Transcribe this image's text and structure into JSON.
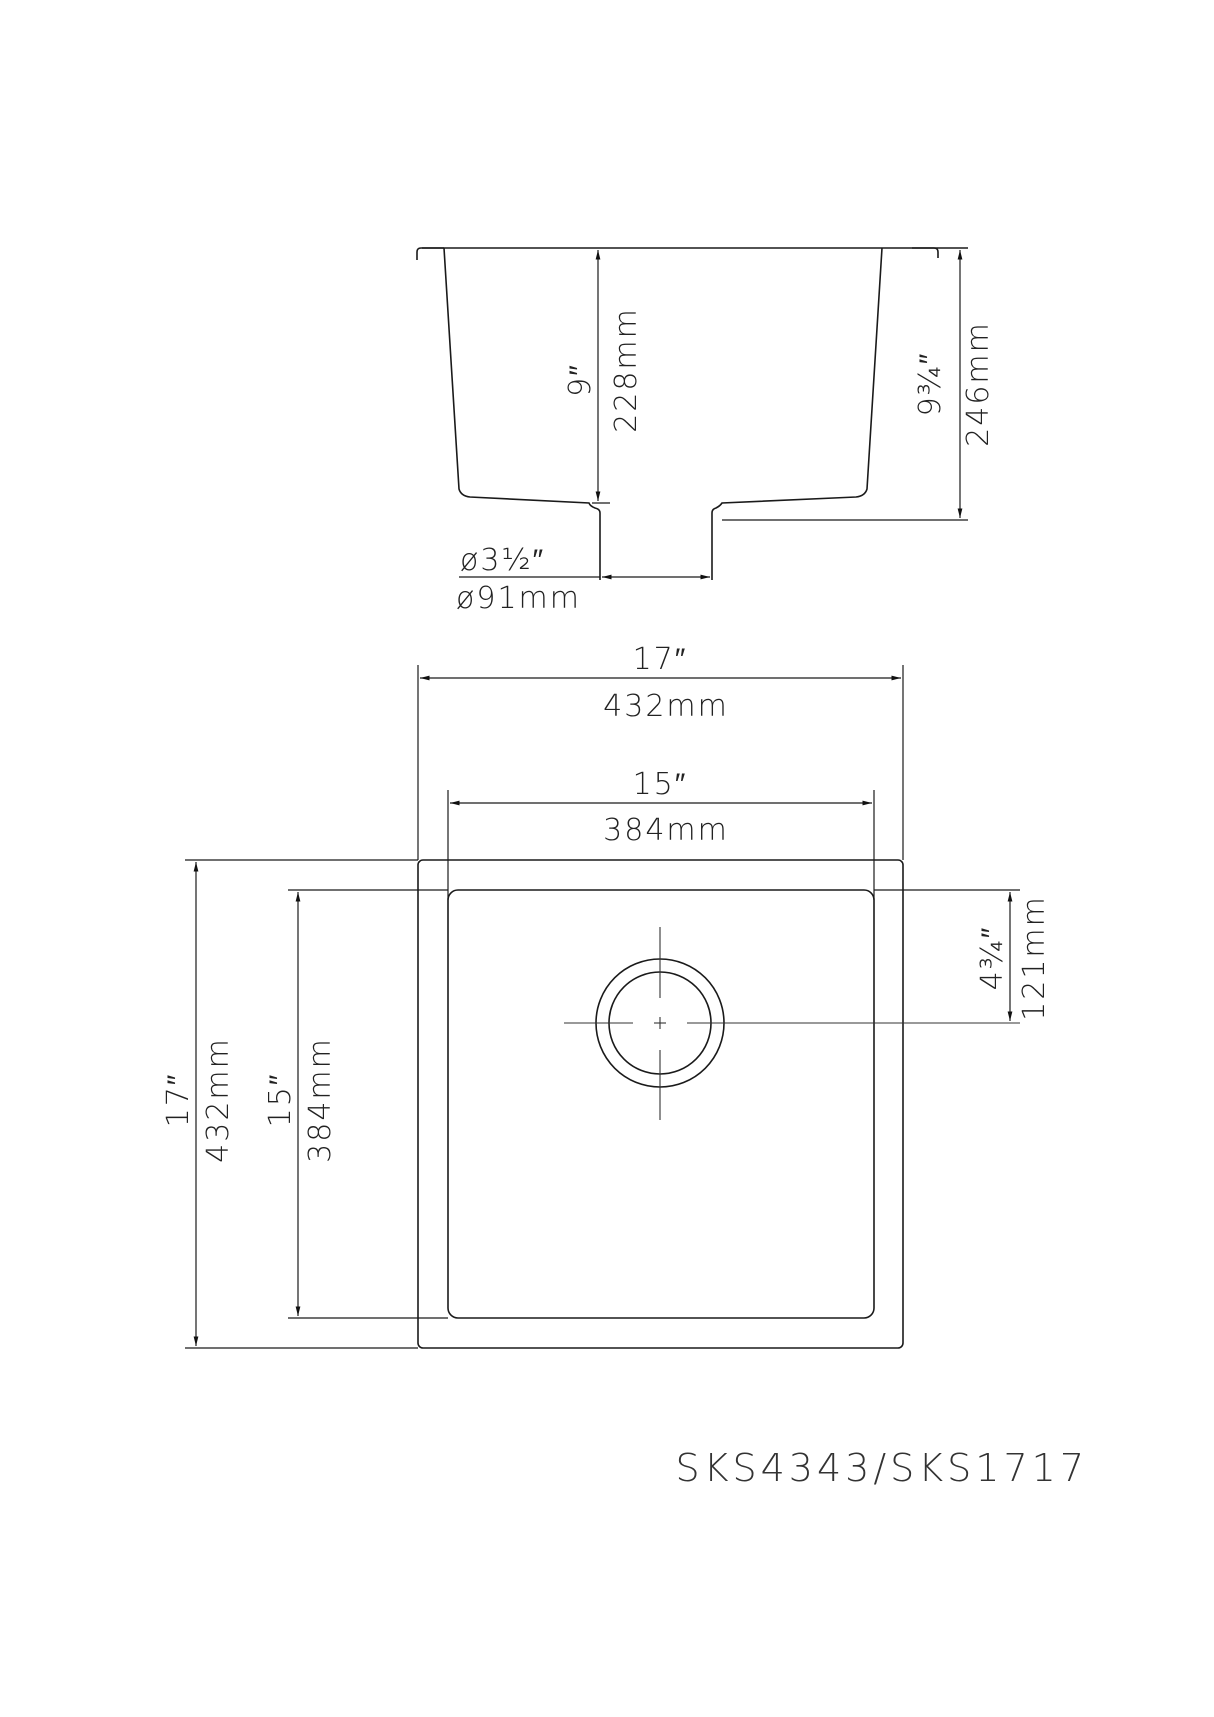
{
  "drawing": {
    "model_number": "SKS4343/SKS1717",
    "side_view": {
      "inner_depth": {
        "imperial": "9″",
        "metric": "228mm"
      },
      "overall_depth": {
        "imperial": "9¾″",
        "metric": "246mm"
      },
      "drain_diameter": {
        "imperial": "ø3½″",
        "metric": "ø91mm"
      }
    },
    "top_view": {
      "overall_width": {
        "imperial": "17″",
        "metric": "432mm"
      },
      "inner_width": {
        "imperial": "15″",
        "metric": "384mm"
      },
      "overall_length": {
        "imperial": "17″",
        "metric": "432mm"
      },
      "inner_length": {
        "imperial": "15″",
        "metric": "384mm"
      },
      "drain_offset": {
        "imperial": "4¾″",
        "metric": "121mm"
      }
    },
    "line_color": "#1a1a1a",
    "background": "#ffffff"
  }
}
